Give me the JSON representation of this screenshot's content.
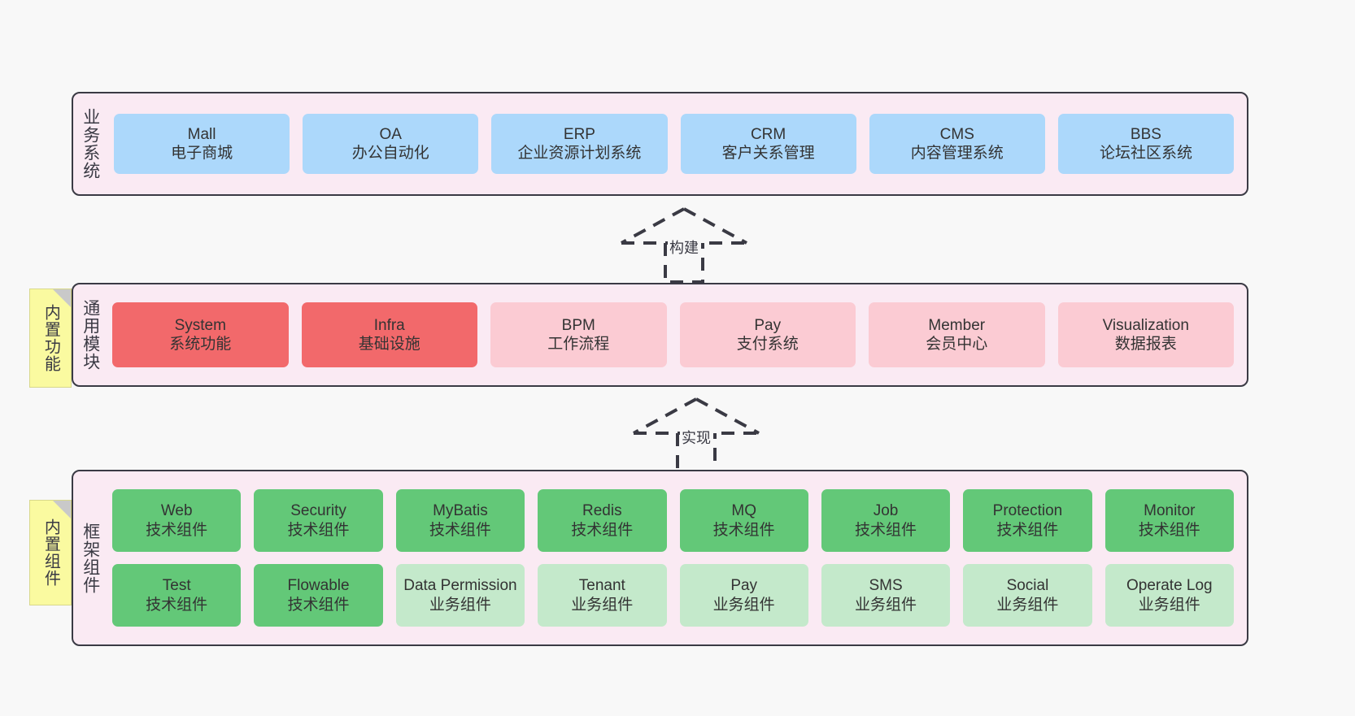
{
  "diagram": {
    "background": "#F8F8F8",
    "layers": [
      {
        "id": "business",
        "title": "业务系统",
        "box_color": "#ACD8FB",
        "rows": [
          [
            {
              "name": "Mall",
              "desc": "电子商城",
              "color": "#ACD8FB"
            },
            {
              "name": "OA",
              "desc": "办公自动化",
              "color": "#ACD8FB"
            },
            {
              "name": "ERP",
              "desc": "企业资源计划系统",
              "color": "#ACD8FB"
            },
            {
              "name": "CRM",
              "desc": "客户关系管理",
              "color": "#ACD8FB"
            },
            {
              "name": "CMS",
              "desc": "内容管理系统",
              "color": "#ACD8FB"
            },
            {
              "name": "BBS",
              "desc": "论坛社区系统",
              "color": "#ACD8FB"
            }
          ]
        ]
      },
      {
        "id": "common",
        "title": "通用模块",
        "rows": [
          [
            {
              "name": "System",
              "desc": "系统功能",
              "color": "#F2696B"
            },
            {
              "name": "Infra",
              "desc": "基础设施",
              "color": "#F2696B"
            },
            {
              "name": "BPM",
              "desc": "工作流程",
              "color": "#FBCBD3"
            },
            {
              "name": "Pay",
              "desc": "支付系统",
              "color": "#FBCBD3"
            },
            {
              "name": "Member",
              "desc": "会员中心",
              "color": "#FBCBD3"
            },
            {
              "name": "Visualization",
              "desc": "数据报表",
              "color": "#FBCBD3"
            }
          ]
        ]
      },
      {
        "id": "framework",
        "title": "框架组件",
        "rows": [
          [
            {
              "name": "Web",
              "desc": "技术组件",
              "color": "#63C878"
            },
            {
              "name": "Security",
              "desc": "技术组件",
              "color": "#63C878"
            },
            {
              "name": "MyBatis",
              "desc": "技术组件",
              "color": "#63C878"
            },
            {
              "name": "Redis",
              "desc": "技术组件",
              "color": "#63C878"
            },
            {
              "name": "MQ",
              "desc": "技术组件",
              "color": "#63C878"
            },
            {
              "name": "Job",
              "desc": "技术组件",
              "color": "#63C878"
            },
            {
              "name": "Protection",
              "desc": "技术组件",
              "color": "#63C878"
            },
            {
              "name": "Monitor",
              "desc": "技术组件",
              "color": "#63C878"
            }
          ],
          [
            {
              "name": "Test",
              "desc": "技术组件",
              "color": "#63C878"
            },
            {
              "name": "Flowable",
              "desc": "技术组件",
              "color": "#63C878"
            },
            {
              "name": "Data Permission",
              "desc": "业务组件",
              "color": "#C4E9CB"
            },
            {
              "name": "Tenant",
              "desc": "业务组件",
              "color": "#C4E9CB"
            },
            {
              "name": "Pay",
              "desc": "业务组件",
              "color": "#C4E9CB"
            },
            {
              "name": "SMS",
              "desc": "业务组件",
              "color": "#C4E9CB"
            },
            {
              "name": "Social",
              "desc": "业务组件",
              "color": "#C4E9CB"
            },
            {
              "name": "Operate Log",
              "desc": "业务组件",
              "color": "#C4E9CB"
            }
          ]
        ]
      }
    ],
    "notes": [
      {
        "id": "note-common",
        "text": "内置功能",
        "color": "#FAFAA0"
      },
      {
        "id": "note-framework",
        "text": "内置组件",
        "color": "#FAFAA0"
      }
    ],
    "connectors": [
      {
        "id": "conn-build",
        "label": "构建",
        "style": "dashed-generalization-up"
      },
      {
        "id": "conn-impl",
        "label": "实现",
        "style": "dashed-generalization-up"
      }
    ]
  }
}
